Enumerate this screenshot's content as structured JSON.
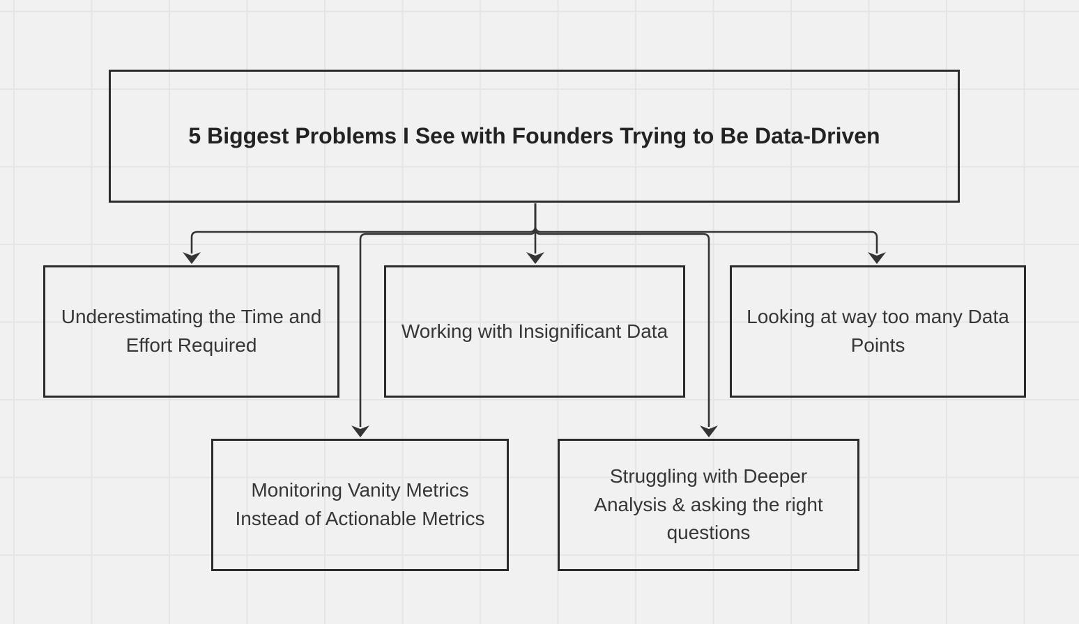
{
  "diagram": {
    "title": {
      "label": "5 Biggest Problems I See with Founders Trying to Be Data-Driven"
    },
    "nodes": [
      {
        "id": "time-effort",
        "label": "Underestimating the Time and Effort Required"
      },
      {
        "id": "insignificant-data",
        "label": "Working with Insignificant Data"
      },
      {
        "id": "too-many-points",
        "label": "Looking at way too many Data Points"
      },
      {
        "id": "vanity-metrics",
        "label": "Monitoring Vanity Metrics Instead of Actionable Metrics"
      },
      {
        "id": "deeper-analysis",
        "label": "Struggling with Deeper Analysis & asking the right questions"
      }
    ],
    "colors": {
      "background": "#f1f1f2",
      "grid_line": "#e5e5e7",
      "box_border": "#2b2b2b",
      "connector": "#343434",
      "title_text": "#222222",
      "node_text": "#363636"
    }
  }
}
